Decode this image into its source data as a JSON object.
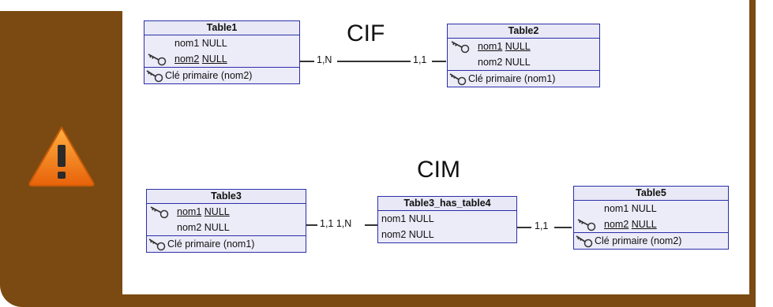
{
  "diagram": {
    "cif": {
      "title": "CIF",
      "table1": {
        "name": "Table1",
        "col1": "nom1 NULL",
        "col2_name": "nom2",
        "col2_null": "NULL",
        "pk": "Clé primaire (nom2)"
      },
      "table2": {
        "name": "Table2",
        "col1_name": "nom1",
        "col1_null": "NULL",
        "col2": "nom2 NULL",
        "pk": "Clé primaire (nom1)"
      },
      "card_left": "1,N",
      "card_right": "1,1"
    },
    "cim": {
      "title": "CIM",
      "table3": {
        "name": "Table3",
        "col1_name": "nom1",
        "col1_null": "NULL",
        "col2": "nom2 NULL",
        "pk": "Clé primaire (nom1)"
      },
      "assoc": {
        "name": "Table3_has_table4",
        "col1": "nom1 NULL",
        "col2": "nom2 NULL"
      },
      "table5": {
        "name": "Table5",
        "col1": "nom1 NULL",
        "col2_name": "nom2",
        "col2_null": "NULL",
        "pk": "Clé primaire (nom2)"
      },
      "card_left": "1,1 1,N",
      "card_right": "1,1"
    }
  },
  "icons": {
    "warning": "warning-icon",
    "key": "key-icon"
  },
  "colors": {
    "frame": "#7a4a12",
    "table_border": "#2b2fa8",
    "table_fill": "#ecebf8",
    "warning": "#f07d12"
  }
}
